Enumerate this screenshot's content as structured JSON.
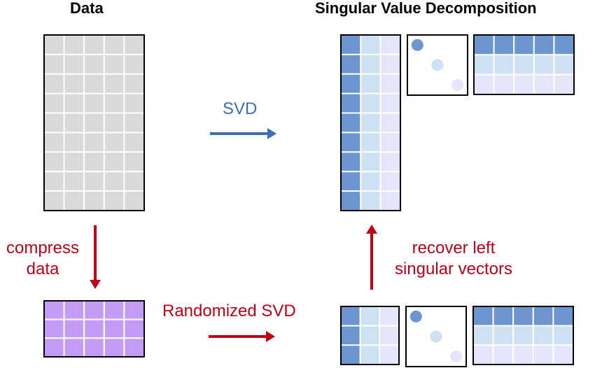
{
  "titles": {
    "data": "Data",
    "svd": "Singular Value Decomposition"
  },
  "arrows": {
    "svd": {
      "label": "SVD"
    },
    "compress": {
      "line1": "compress",
      "line2": "data"
    },
    "randomized": {
      "label": "Randomized SVD"
    },
    "recover": {
      "line1": "recover left",
      "line2": "singular vectors"
    }
  },
  "matrices": {
    "data": {
      "rows": 9,
      "cols": 5
    },
    "compressed": {
      "rows": 3,
      "cols": 5
    },
    "u_full": {
      "rows": 9,
      "cols": 3
    },
    "sigma": {
      "size": 3
    },
    "vt": {
      "rows": 3,
      "cols": 5
    },
    "u_small": {
      "rows": 3,
      "cols": 3
    }
  },
  "colors": {
    "data_gray": "#d9d9d9",
    "compressed_purple": "#c39bf7",
    "component_1": "#6c96cf",
    "component_2": "#cde1f3",
    "component_3": "#e4e4fa",
    "outline": "#000000",
    "grid_line": "#ffffff",
    "svd_arrow": "#3d6db4",
    "red_arrow": "#c00016"
  }
}
